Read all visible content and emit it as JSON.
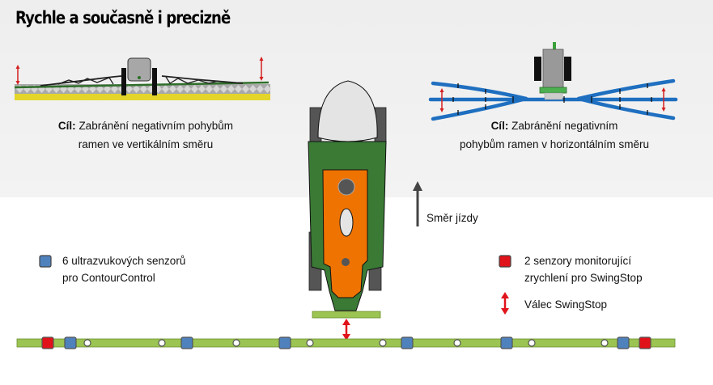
{
  "title": "Rychle a současně i precizně",
  "captions": {
    "left": {
      "bold": "Cíl:",
      "line1": "Zabránění negativním pohybům",
      "line2": "ramen ve vertikálním směru"
    },
    "right": {
      "bold": "Cíl:",
      "line1": "Zabránění negativním",
      "line2": "pohybům ramen v horizontálním směru"
    }
  },
  "direction_label": "Směr jízdy",
  "legend": [
    {
      "icon": "blue-square-sensor",
      "color": "#4f81bd",
      "line1": "6 ultrazvukových senzorů",
      "line2": "pro ContourControl"
    },
    {
      "icon": "red-square-sensor",
      "color": "#e0121a",
      "line1": "2 senzory monitorující",
      "line2": "zrychlení pro SwingStop"
    },
    {
      "icon": "red-double-arrow",
      "color": "#e0121a",
      "line1": "Válec SwingStop"
    }
  ],
  "boom_bar": {
    "items": [
      {
        "type": "red-sensor"
      },
      {
        "type": "blue-sensor"
      },
      {
        "type": "joint"
      },
      {
        "type": "joint"
      },
      {
        "type": "blue-sensor"
      },
      {
        "type": "joint"
      },
      {
        "type": "blue-sensor"
      },
      {
        "type": "joint"
      },
      {
        "type": "joint"
      },
      {
        "type": "blue-sensor"
      },
      {
        "type": "joint"
      },
      {
        "type": "blue-sensor"
      },
      {
        "type": "joint"
      },
      {
        "type": "joint"
      },
      {
        "type": "blue-sensor"
      },
      {
        "type": "red-sensor"
      }
    ]
  },
  "colors": {
    "boom_green": "#9bc452",
    "sensor_blue": "#4f81bd",
    "sensor_red": "#e0121a",
    "tractor_green": "#3a7a35",
    "tractor_orange": "#ef7300",
    "arrow_red": "#e0121a",
    "boom_blue": "#1f6fc0"
  }
}
